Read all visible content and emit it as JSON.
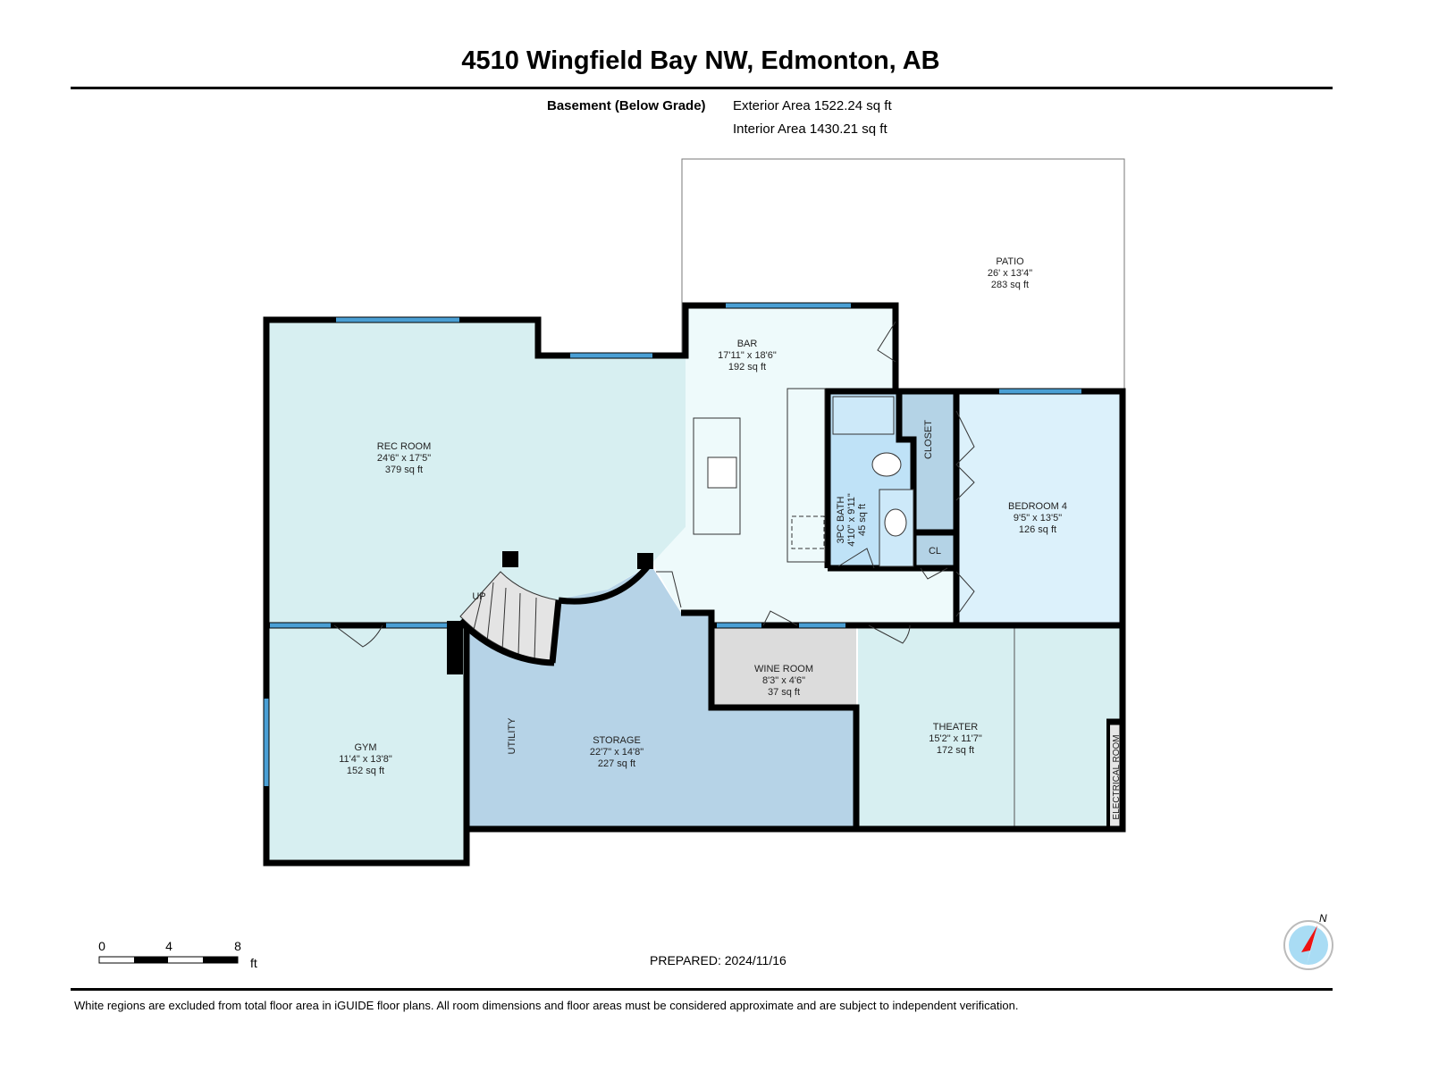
{
  "header": {
    "title": "4510 Wingfield Bay NW, Edmonton, AB",
    "level": "Basement (Below Grade)",
    "exterior_area": "Exterior Area 1522.24 sq ft",
    "interior_area": "Interior Area 1430.21 sq ft"
  },
  "rooms": {
    "patio": {
      "name": "PATIO",
      "dims": "26' x 13'4\"",
      "area": "283 sq ft"
    },
    "bar": {
      "name": "BAR",
      "dims": "17'11\" x 18'6\"",
      "area": "192 sq ft"
    },
    "rec_room": {
      "name": "REC ROOM",
      "dims": "24'6\" x 17'5\"",
      "area": "379 sq ft"
    },
    "bath": {
      "name": "3PC BATH",
      "dims": "4'10\" x 9'11\"",
      "area": "45 sq ft"
    },
    "closet": {
      "name": "CLOSET"
    },
    "cl": {
      "name": "CL"
    },
    "bedroom4": {
      "name": "BEDROOM 4",
      "dims": "9'5\" x 13'5\"",
      "area": "126 sq ft"
    },
    "gym": {
      "name": "GYM",
      "dims": "11'4\" x 13'8\"",
      "area": "152 sq ft"
    },
    "storage": {
      "name": "STORAGE",
      "dims": "22'7\" x 14'8\"",
      "area": "227 sq ft"
    },
    "utility": {
      "name": "UTILITY"
    },
    "wine_room": {
      "name": "WINE ROOM",
      "dims": "8'3\" x 4'6\"",
      "area": "37 sq ft"
    },
    "theater": {
      "name": "THEATER",
      "dims": "15'2\" x 11'7\"",
      "area": "172 sq ft"
    },
    "electrical": {
      "name": "ELECTRICAL ROOM"
    },
    "stairs_label": "UP"
  },
  "colors": {
    "rec": "#d7eff1",
    "bar": "#eefafb",
    "bedroom": "#dcf1fb",
    "bath": "#bfe2f7",
    "closet": "#b4d3e6",
    "storage": "#b6d3e7",
    "wine": "#dcdcdc",
    "window": "#4a9fd4",
    "wall": "#000000"
  },
  "scale": {
    "ticks": [
      "0",
      "4",
      "8"
    ],
    "unit": "ft"
  },
  "compass": {
    "label": "N",
    "icon": "north-arrow-compass-icon"
  },
  "footer": {
    "prepared": "PREPARED: 2024/11/16",
    "disclaimer": "White regions are excluded from total floor area in iGUIDE floor plans. All room dimensions and floor areas must be considered approximate and are subject to independent verification."
  }
}
